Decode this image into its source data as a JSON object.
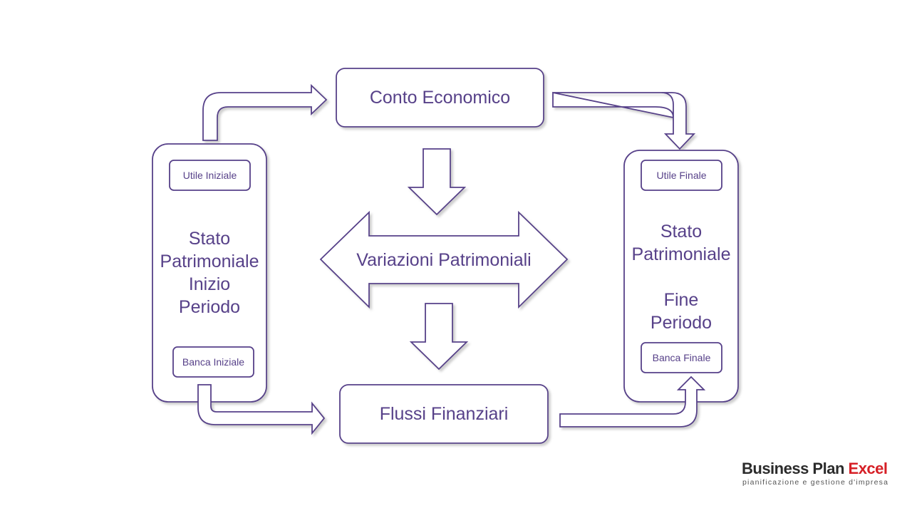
{
  "diagram": {
    "conto_economico": "Conto Economico",
    "variazioni_patrimoniali": "Variazioni Patrimoniali",
    "flussi_finanziari": "Flussi Finanziari",
    "stato_iniziale": {
      "lines": [
        "Stato",
        "Patrimoniale",
        "Inizio",
        "Periodo"
      ],
      "utile_label": "Utile Iniziale",
      "banca_label": "Banca Iniziale"
    },
    "stato_finale": {
      "lines_top": [
        "Stato",
        "Patrimoniale"
      ],
      "lines_bottom": [
        "Fine",
        "Periodo"
      ],
      "utile_label": "Utile Finale",
      "banca_label": "Banca Finale"
    }
  },
  "logo": {
    "brand": "Business Plan ",
    "brand_accent": "Excel",
    "tagline": "pianificazione e gestione d'impresa"
  },
  "colors": {
    "stroke": "#574189",
    "text": "#574189",
    "shadow": "#d6d6d6",
    "logo_accent": "#d62027"
  }
}
